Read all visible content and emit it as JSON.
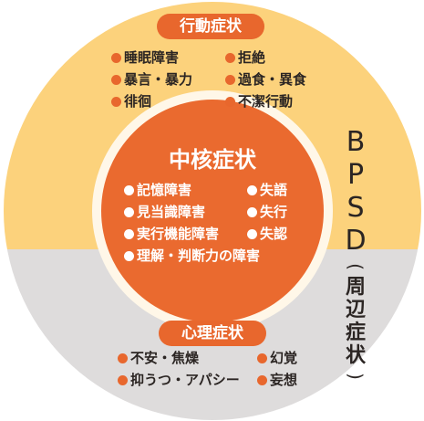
{
  "colors": {
    "outer_top": "#fcd27c",
    "outer_bottom": "#dedcdc",
    "inner_ring": "#fff7e8",
    "core": "#ea6a2f",
    "accent": "#e8672d",
    "text": "#2b2523"
  },
  "behavioral": {
    "title": "行動症状",
    "left": [
      "睡眠障害",
      "暴言・暴力",
      "徘徊"
    ],
    "right": [
      "拒絶",
      "過食・異食",
      "不潔行動"
    ]
  },
  "core": {
    "title": "中核症状",
    "left": [
      "記憶障害",
      "見当識障害",
      "実行機能障害",
      "理解・判断力の障害"
    ],
    "right": [
      "失語",
      "失行",
      "失認"
    ]
  },
  "psych": {
    "title": "心理症状",
    "left": [
      "不安・焦燥",
      "抑うつ・アパシー"
    ],
    "right": [
      "幻覚",
      "妄想"
    ]
  },
  "bpsd": {
    "letters": [
      "B",
      "P",
      "S",
      "D"
    ],
    "open_paren": "(",
    "chars": [
      "周",
      "辺",
      "症",
      "状"
    ],
    "close_paren": ")"
  }
}
